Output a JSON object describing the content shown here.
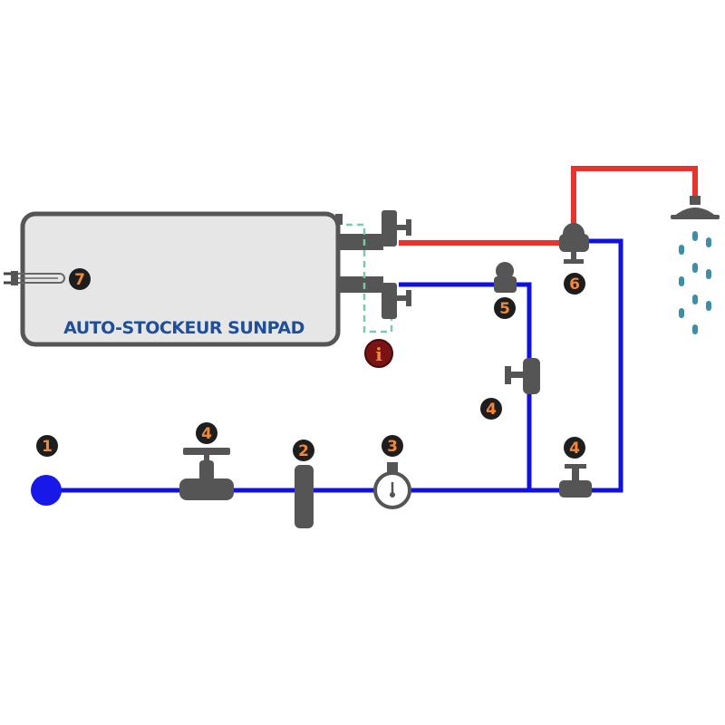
{
  "tank": {
    "label": "AUTO-STOCKEUR SUNPAD",
    "label_color": "#1f4e9a",
    "fill": "#e6e6e6",
    "stroke": "#555555"
  },
  "colors": {
    "cold_pipe": "#1010e0",
    "hot_pipe": "#e8322e",
    "fitting": "#555555",
    "badge_bg": "#1e1e1e",
    "badge_text": "#f0883c",
    "water_drop": "#3e8fa6",
    "bypass_dash": "#7fc8a8",
    "inlet": "#1818e8",
    "info_badge": "#7a1414"
  },
  "badges": {
    "inlet": "1",
    "filter": "2",
    "pressure_gauge": "3",
    "valve_main": "4",
    "valve_bypass": "4",
    "valve_return": "4",
    "check_valve": "5",
    "mixing_valve": "6",
    "heater": "7"
  },
  "icons": {
    "info": "info-icon",
    "heater": "heating-element-icon",
    "shower": "shower-head-icon"
  }
}
